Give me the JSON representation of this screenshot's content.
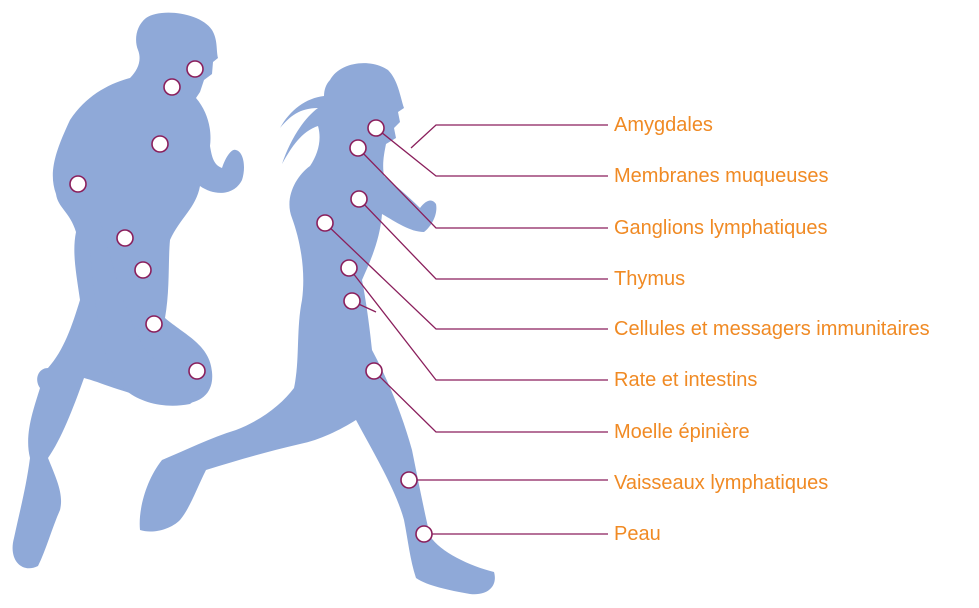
{
  "colors": {
    "silhouette": "#8fa9d8",
    "label_text": "#f08a24",
    "leader_line": "#8a1f5c",
    "marker_fill": "#ffffff"
  },
  "figures": [
    "male-runner",
    "female-runner"
  ],
  "labels": [
    "Amygdales",
    "Membranes muqueuses",
    "Ganglions lymphatiques",
    "Thymus",
    "Cellules et messagers immunitaires",
    "Rate et intestins",
    "Moelle épinière",
    "Vaisseaux lymphatiques",
    "Peau"
  ]
}
